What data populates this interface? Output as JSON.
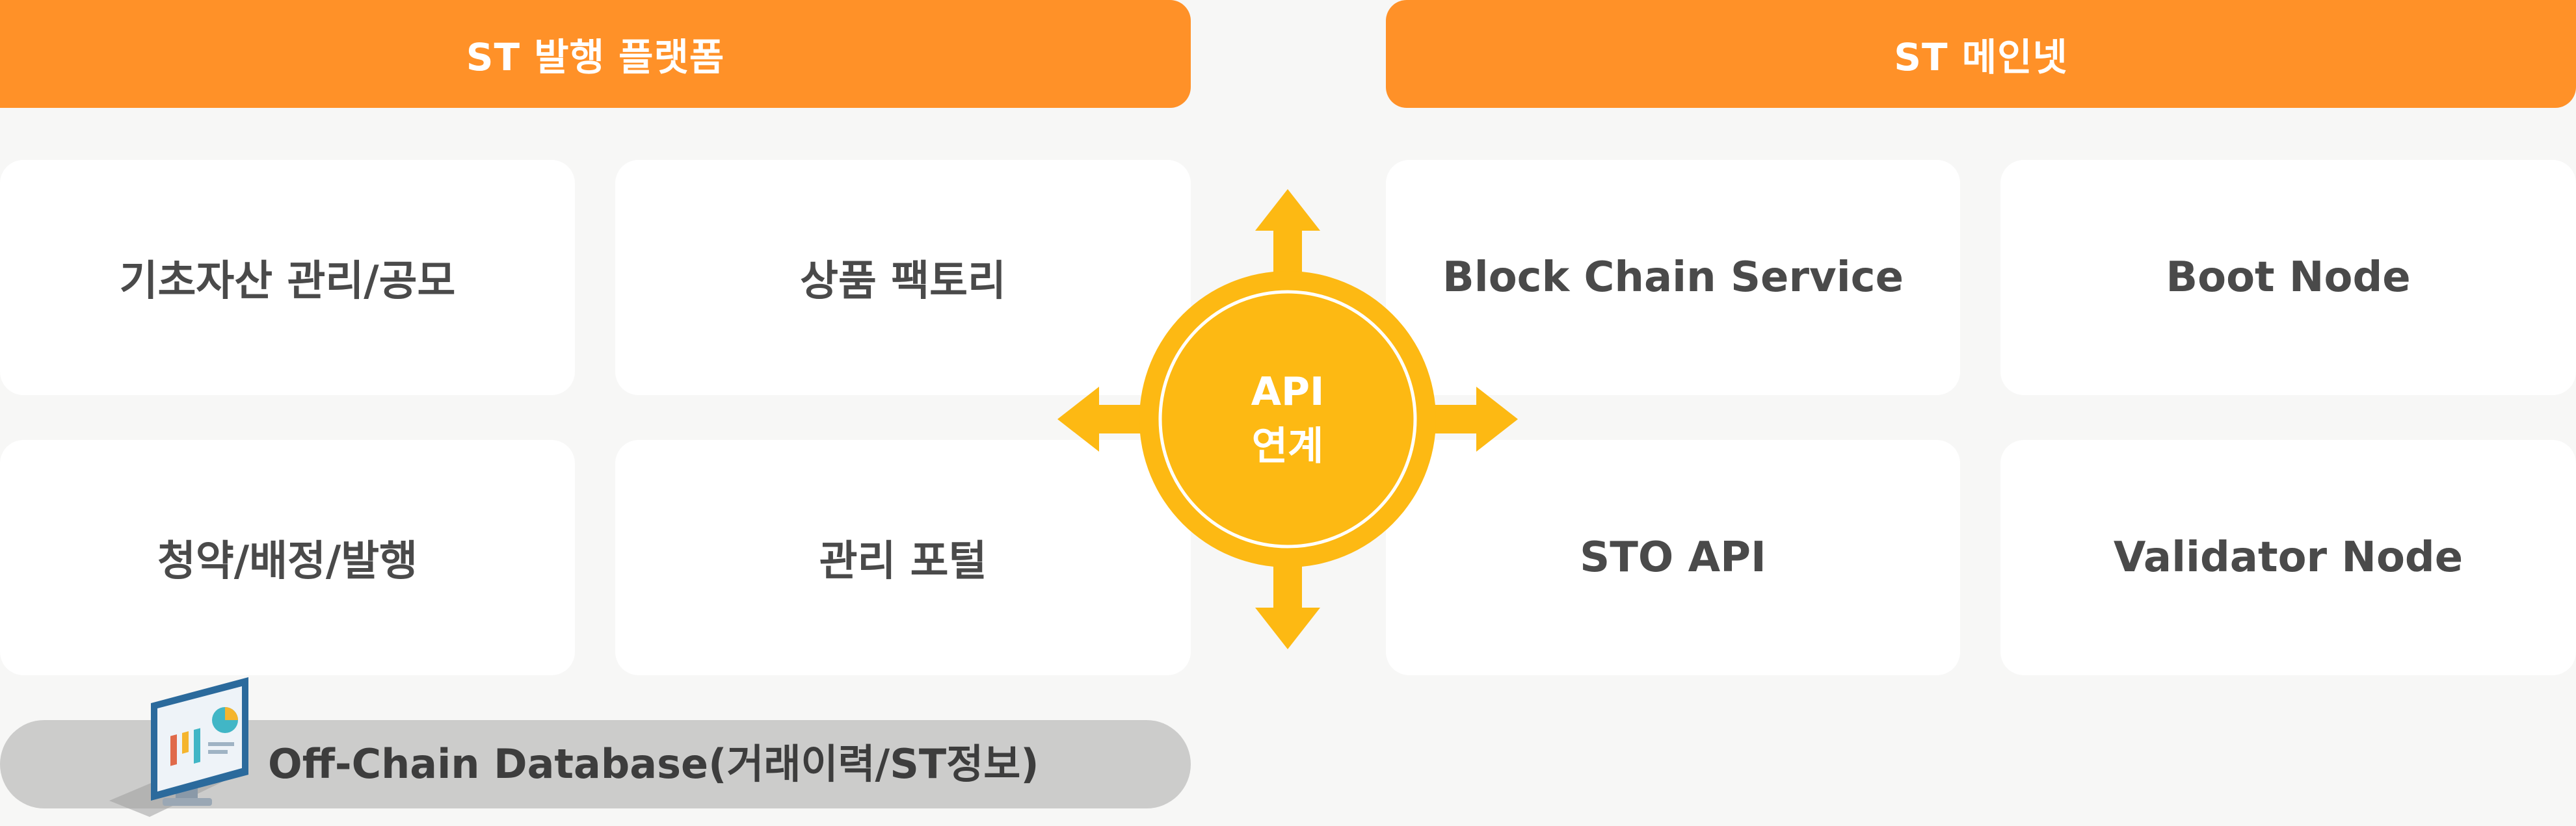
{
  "left_header": "ST 발행 플랫폼",
  "right_header": "ST 메인넷",
  "left_cards": [
    "기초자산 관리/공모",
    "상품 팩토리",
    "청약/배정/발행",
    "관리 포털"
  ],
  "right_cards": [
    "Block Chain Service",
    "Boot Node",
    "STO API",
    "Validator Node"
  ],
  "api_hub": {
    "line1": "API",
    "line2": "연계"
  },
  "database_bar": "Off-Chain Database(거래이력/ST정보)",
  "icons": {
    "hub_arrows": "four-way-arrows-icon",
    "database": "monitor-chart-icon"
  },
  "colors": {
    "header": "#ff9128",
    "hub": "#fdb913",
    "card": "#ffffff",
    "db_bar": "#cccccb",
    "text": "#4a4a4a"
  }
}
